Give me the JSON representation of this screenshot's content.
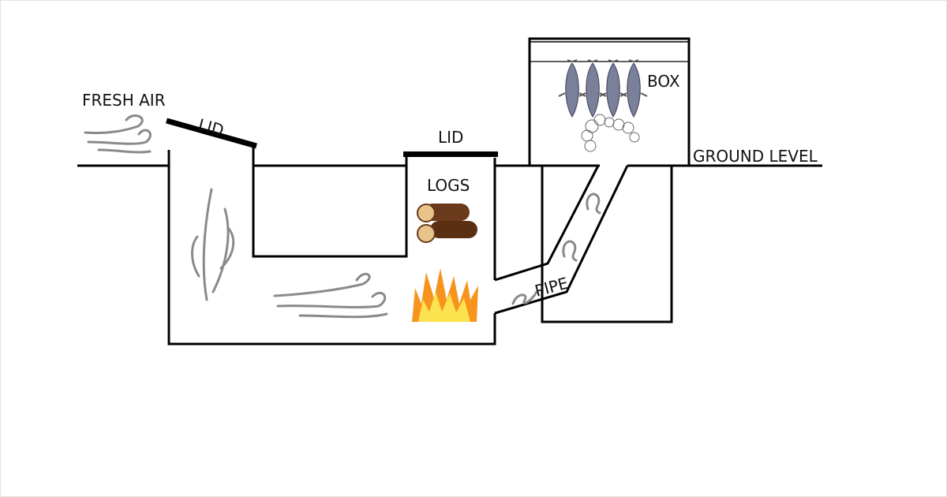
{
  "labels": {
    "fresh_air": "FRESH AIR",
    "lid_left": "LID",
    "lid_right": "LID",
    "logs": "LOGS",
    "box": "BOX",
    "ground_level": "GROUND LEVEL",
    "pipe": "PIPE"
  },
  "colors": {
    "line": "#000000",
    "smoke": "#8a8a8a",
    "wood": "#6b3a1a",
    "fire": "#f7941d",
    "fish": "#7a7f9a"
  }
}
